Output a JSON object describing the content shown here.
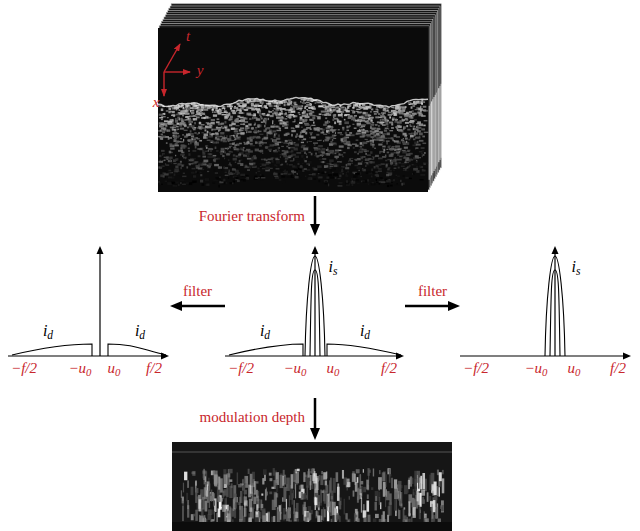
{
  "diagram": {
    "nodes": [
      {
        "text": [
          "t",
          "y",
          "x"
        ]
      },
      {
        "text": [
          "id",
          "id",
          "−f/2",
          "−u0",
          "u0",
          "f/2"
        ]
      },
      {
        "text": [
          "is",
          "id",
          "id",
          "−f/2",
          "−u0",
          "u0",
          "f/2"
        ]
      },
      {
        "text": [
          "is",
          "−f/2",
          "−u0",
          "u0",
          "f/2"
        ]
      }
    ],
    "edges": [
      {
        "from": 0,
        "to": 2,
        "arrow": "to",
        "label": "Fourier transform"
      },
      {
        "from": 2,
        "to": 1,
        "arrow": "to",
        "label": "filter"
      },
      {
        "from": 2,
        "to": 3,
        "arrow": "to",
        "label": "filter"
      }
    ],
    "labels": [
      "modulation depth"
    ]
  }
}
